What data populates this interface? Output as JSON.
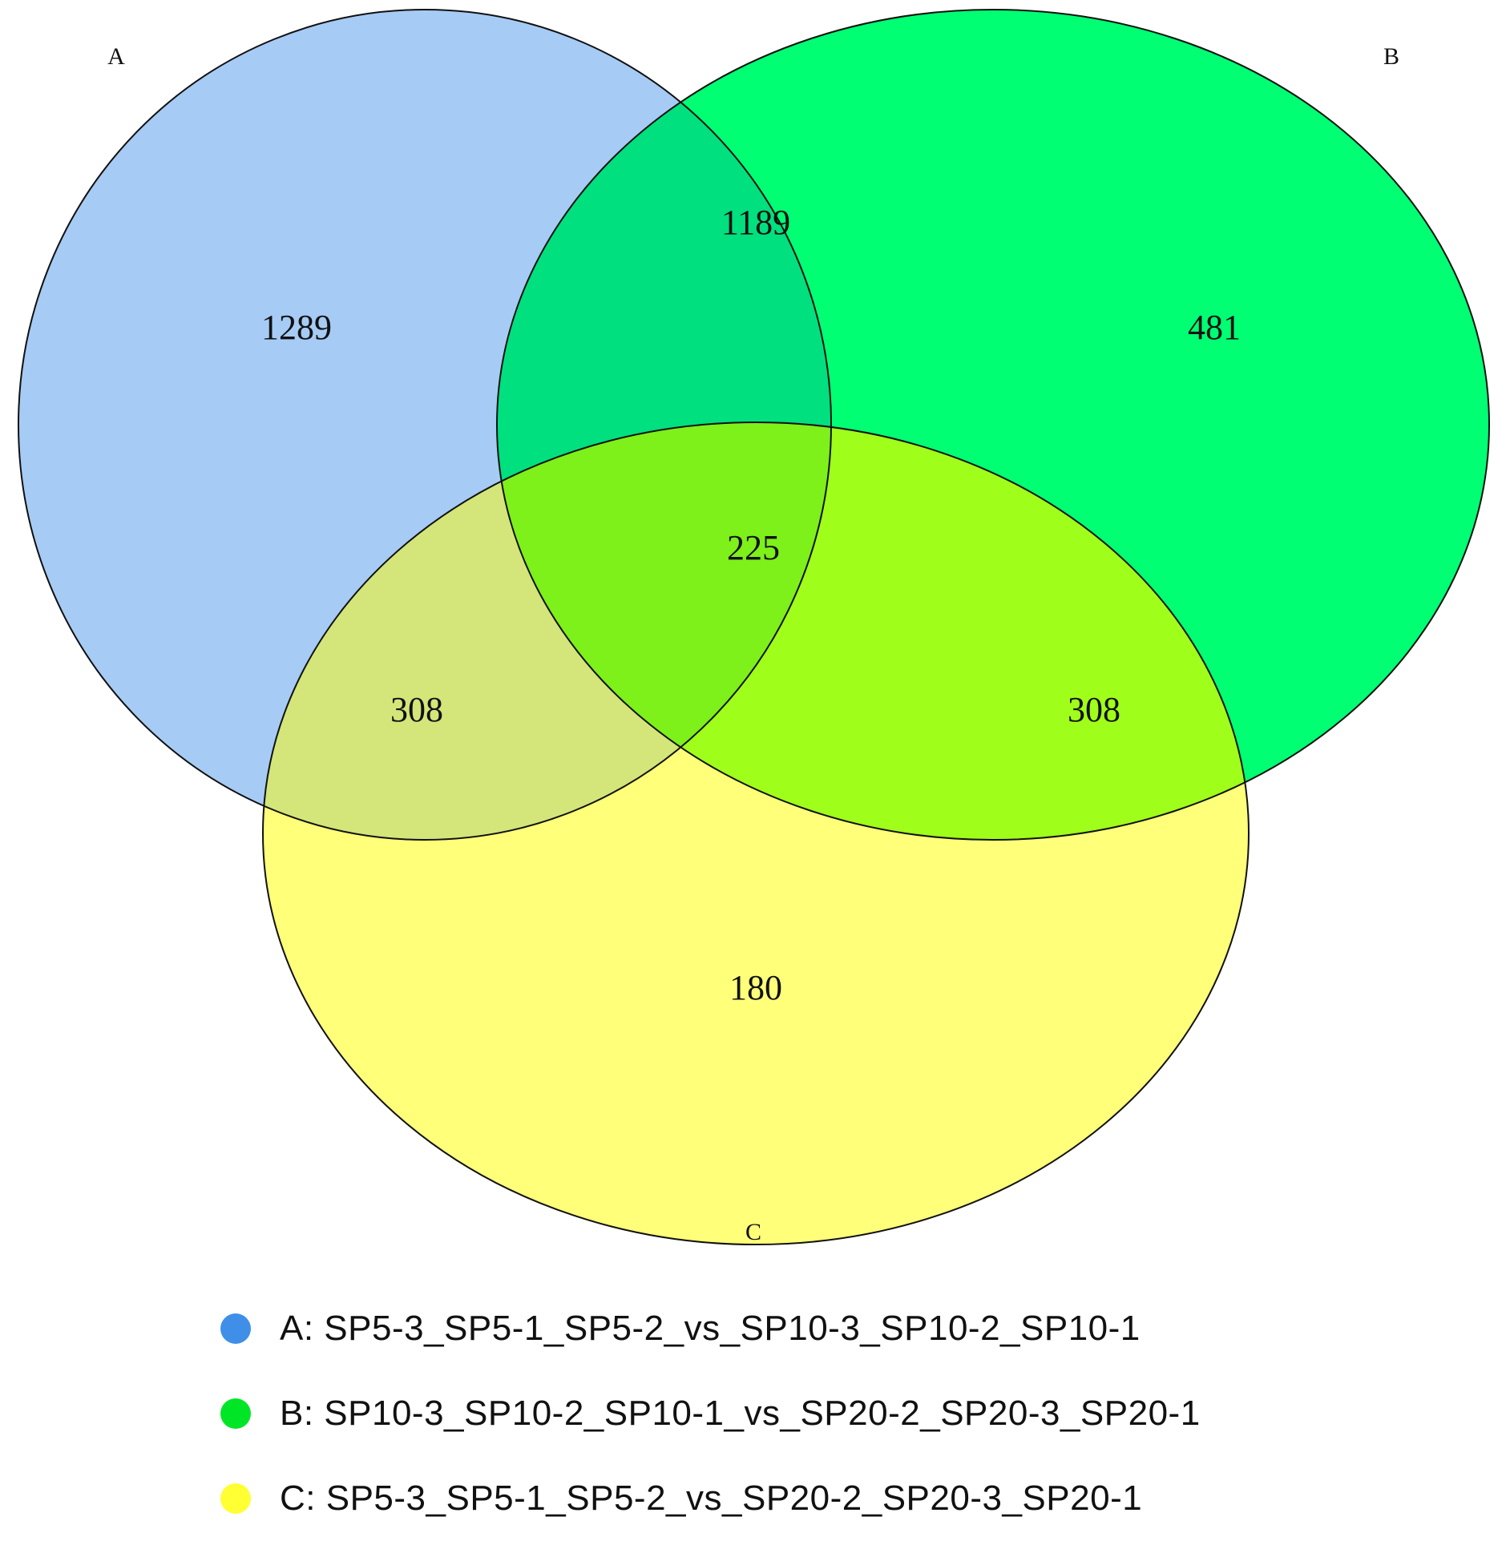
{
  "sets": [
    {
      "id": "A",
      "label": "A",
      "color": "#a6cbf5",
      "legend_color": "#3f8fe8",
      "legend": "A: SP5-3_SP5-1_SP5-2_vs_SP10-3_SP10-2_SP10-1"
    },
    {
      "id": "B",
      "label": "B",
      "color": "#00ff73",
      "legend_color": "#00e626",
      "legend": "B: SP10-3_SP10-2_SP10-1_vs_SP20-2_SP20-3_SP20-1"
    },
    {
      "id": "C",
      "label": "C",
      "color": "#ffff7a",
      "legend_color": "#ffff33",
      "legend": "C: SP5-3_SP5-1_SP5-2_vs_SP20-2_SP20-3_SP20-1"
    }
  ],
  "regions": {
    "a_only": "1289",
    "b_only": "481",
    "c_only": "180",
    "ab": "1189",
    "ac": "308",
    "bc": "308",
    "abc": "225"
  },
  "region_colors": {
    "ab": "#00e07e",
    "ac": "#d4e57a",
    "bc": "#a0ff1a",
    "abc": "#7ef01a"
  }
}
